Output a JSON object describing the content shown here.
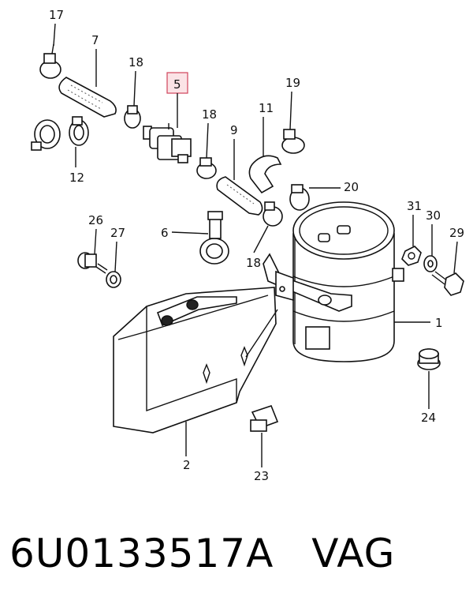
{
  "diagram": {
    "callouts": {
      "c1": "1",
      "c2": "2",
      "c5": "5",
      "c6": "6",
      "c7": "7",
      "c9": "9",
      "c11": "11",
      "c12": "12",
      "c17": "17",
      "c18a": "18",
      "c18b": "18",
      "c18c": "18",
      "c19": "19",
      "c20": "20",
      "c23": "23",
      "c24": "24",
      "c26": "26",
      "c27": "27",
      "c29": "29",
      "c30": "30",
      "c31": "31"
    },
    "highlighted_callout": "5",
    "highlight_color": "#d0435a"
  },
  "caption": {
    "part_number": "6U0133517A",
    "brand": "VAG"
  }
}
